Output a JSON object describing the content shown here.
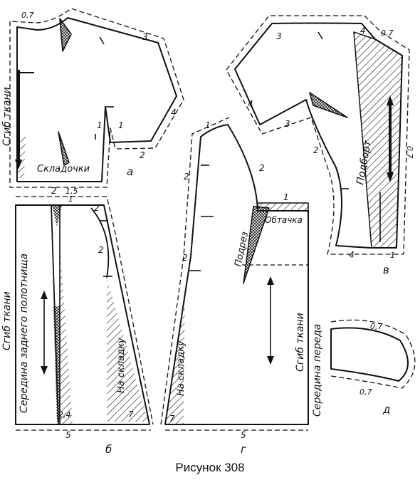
{
  "caption": "Рисунок 308",
  "piece_letters": {
    "a": "а",
    "b": "б",
    "v": "в",
    "g": "г",
    "d": "д"
  },
  "labels": {
    "sgib_tkani": "Сгиб ткани",
    "skladochki": "Складочки",
    "podbort": "Подборт",
    "seredina_zadnego": "Середина заднего полотнища",
    "na_skladku": "На складку",
    "podrez": "Подрез",
    "obtachka": "Обтачка",
    "seredina_pereda": "Середина переда"
  },
  "numbers": {
    "n07": "0,7",
    "n1": "1",
    "n15": "1,5",
    "n2": "2",
    "n24": "2,4",
    "n3": "3",
    "n4": "4",
    "n5": "5",
    "n7": "7"
  }
}
